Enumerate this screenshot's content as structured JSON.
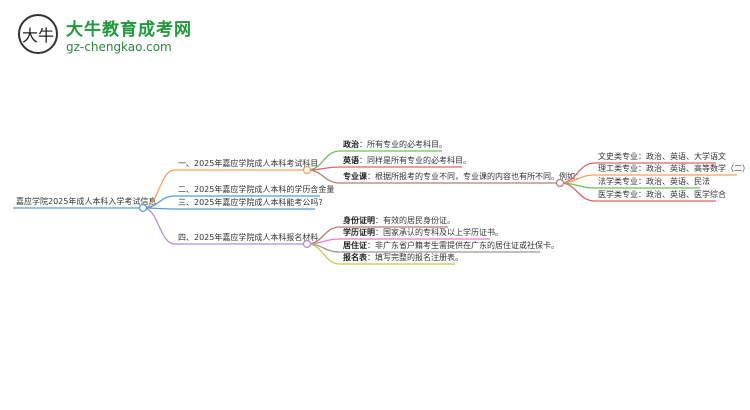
{
  "logo": {
    "mark": "大牛",
    "name": "大牛教育成考网",
    "url": "gz-chengkao.com"
  },
  "root": "嘉应学院2025年成人本科入学考试信息",
  "branches": [
    {
      "label": "一、2025年嘉应学院成人本科考试科目",
      "color": "#f5a05a"
    },
    {
      "label": "二、2025年嘉应学院成人本科的学历含金量",
      "color": "#5b9bd5"
    },
    {
      "label": "三、2025年嘉应学院成人本科能考公吗?",
      "color": "#5b9bd5"
    },
    {
      "label": "四、2025年嘉应学院成人本科报名材料",
      "color": "#b38fd6"
    }
  ],
  "subjects": [
    {
      "key": "政治",
      "text": "：所有专业的必考科目。",
      "color": "#6cc05a"
    },
    {
      "key": "英语",
      "text": "：同样是所有专业的必考科目。",
      "color": "#e06666"
    },
    {
      "key": "专业课",
      "text": "：根据所报考的专业不同，专业课的内容也有所不同。例如：",
      "color": "#b08070"
    }
  ],
  "majors": [
    {
      "text": "文史类专业：政治、英语、大学语文",
      "color": "#e06666"
    },
    {
      "text": "理工类专业：政治、英语、高等数学（二）",
      "color": "#f5a05a"
    },
    {
      "text": "法学类专业：政治、英语、民法",
      "color": "#6cc05a"
    },
    {
      "text": "医学类专业：政治、英语、医学综合",
      "color": "#e06666"
    }
  ],
  "materials": [
    {
      "key": "身份证明",
      "text": "：有效的居民身份证。",
      "color": "#b08070"
    },
    {
      "key": "学历证明",
      "text": "：国家承认的专科及以上学历证书。",
      "color": "#f07ac0"
    },
    {
      "key": "居住证",
      "text": "：非广东省户籍考生需提供在广东的居住证或社保卡。",
      "color": "#999999"
    },
    {
      "key": "报名表",
      "text": "：填写完整的报名注册表。",
      "color": "#c8c84a"
    }
  ]
}
